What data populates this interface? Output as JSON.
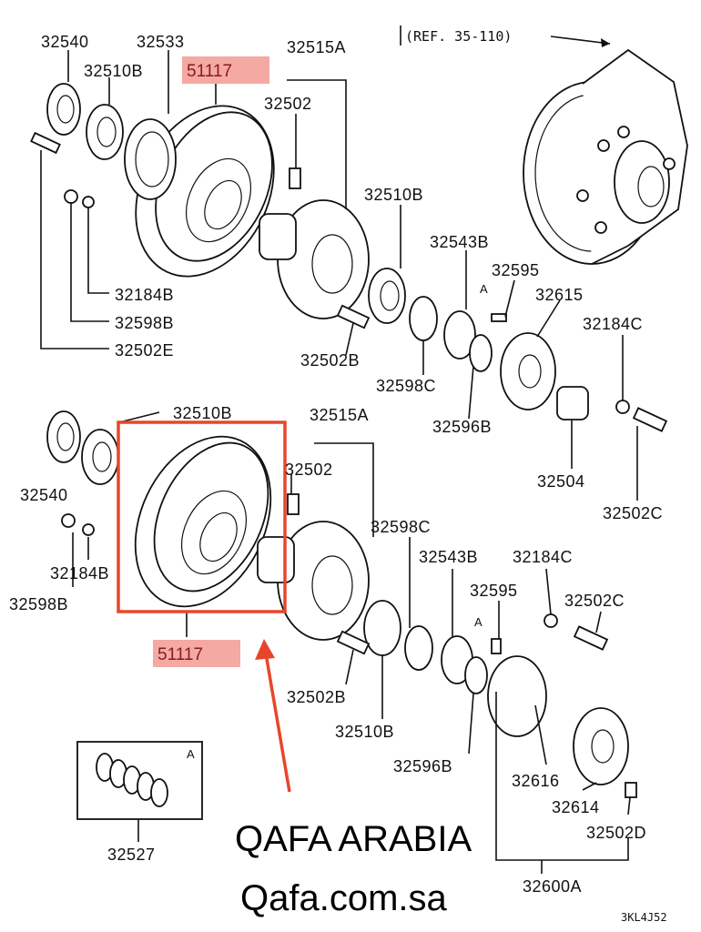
{
  "reference": "(REF. 35-110)",
  "drawing_code": "3KL4J52",
  "highlight": {
    "part_number": "51117",
    "box_color": "#e8462b",
    "label_bg": "#f4a9a3"
  },
  "watermark": {
    "line1": "QAFA ARABIA",
    "line2": "Qafa.com.sa"
  },
  "callouts": [
    {
      "id": "c1",
      "text": "32540"
    },
    {
      "id": "c2",
      "text": "32533"
    },
    {
      "id": "c3",
      "text": "32510B"
    },
    {
      "id": "c4",
      "text": "32515A"
    },
    {
      "id": "c5",
      "text": "32502"
    },
    {
      "id": "c6",
      "text": "32510B"
    },
    {
      "id": "c7",
      "text": "32543B"
    },
    {
      "id": "c8",
      "text": "32595"
    },
    {
      "id": "c9",
      "text": "32615"
    },
    {
      "id": "c10",
      "text": "32184C"
    },
    {
      "id": "c11",
      "text": "32184B"
    },
    {
      "id": "c12",
      "text": "32598B"
    },
    {
      "id": "c13",
      "text": "32502E"
    },
    {
      "id": "c14",
      "text": "32502B"
    },
    {
      "id": "c15",
      "text": "32598C"
    },
    {
      "id": "c16",
      "text": "32596B"
    },
    {
      "id": "c17",
      "text": "32504"
    },
    {
      "id": "c18",
      "text": "32502C"
    },
    {
      "id": "c19",
      "text": "32510B"
    },
    {
      "id": "c20",
      "text": "32515A"
    },
    {
      "id": "c21",
      "text": "32540"
    },
    {
      "id": "c22",
      "text": "32502"
    },
    {
      "id": "c23",
      "text": "32598C"
    },
    {
      "id": "c24",
      "text": "32184B"
    },
    {
      "id": "c25",
      "text": "32598B"
    },
    {
      "id": "c26",
      "text": "32543B"
    },
    {
      "id": "c27",
      "text": "32184C"
    },
    {
      "id": "c28",
      "text": "32595"
    },
    {
      "id": "c29",
      "text": "32502C"
    },
    {
      "id": "c30",
      "text": "32502B"
    },
    {
      "id": "c31",
      "text": "32510B"
    },
    {
      "id": "c32",
      "text": "32596B"
    },
    {
      "id": "c33",
      "text": "32616"
    },
    {
      "id": "c34",
      "text": "32614"
    },
    {
      "id": "c35",
      "text": "32502D"
    },
    {
      "id": "c36",
      "text": "32527"
    },
    {
      "id": "c37",
      "text": "32600A"
    }
  ],
  "marker_a": "A"
}
